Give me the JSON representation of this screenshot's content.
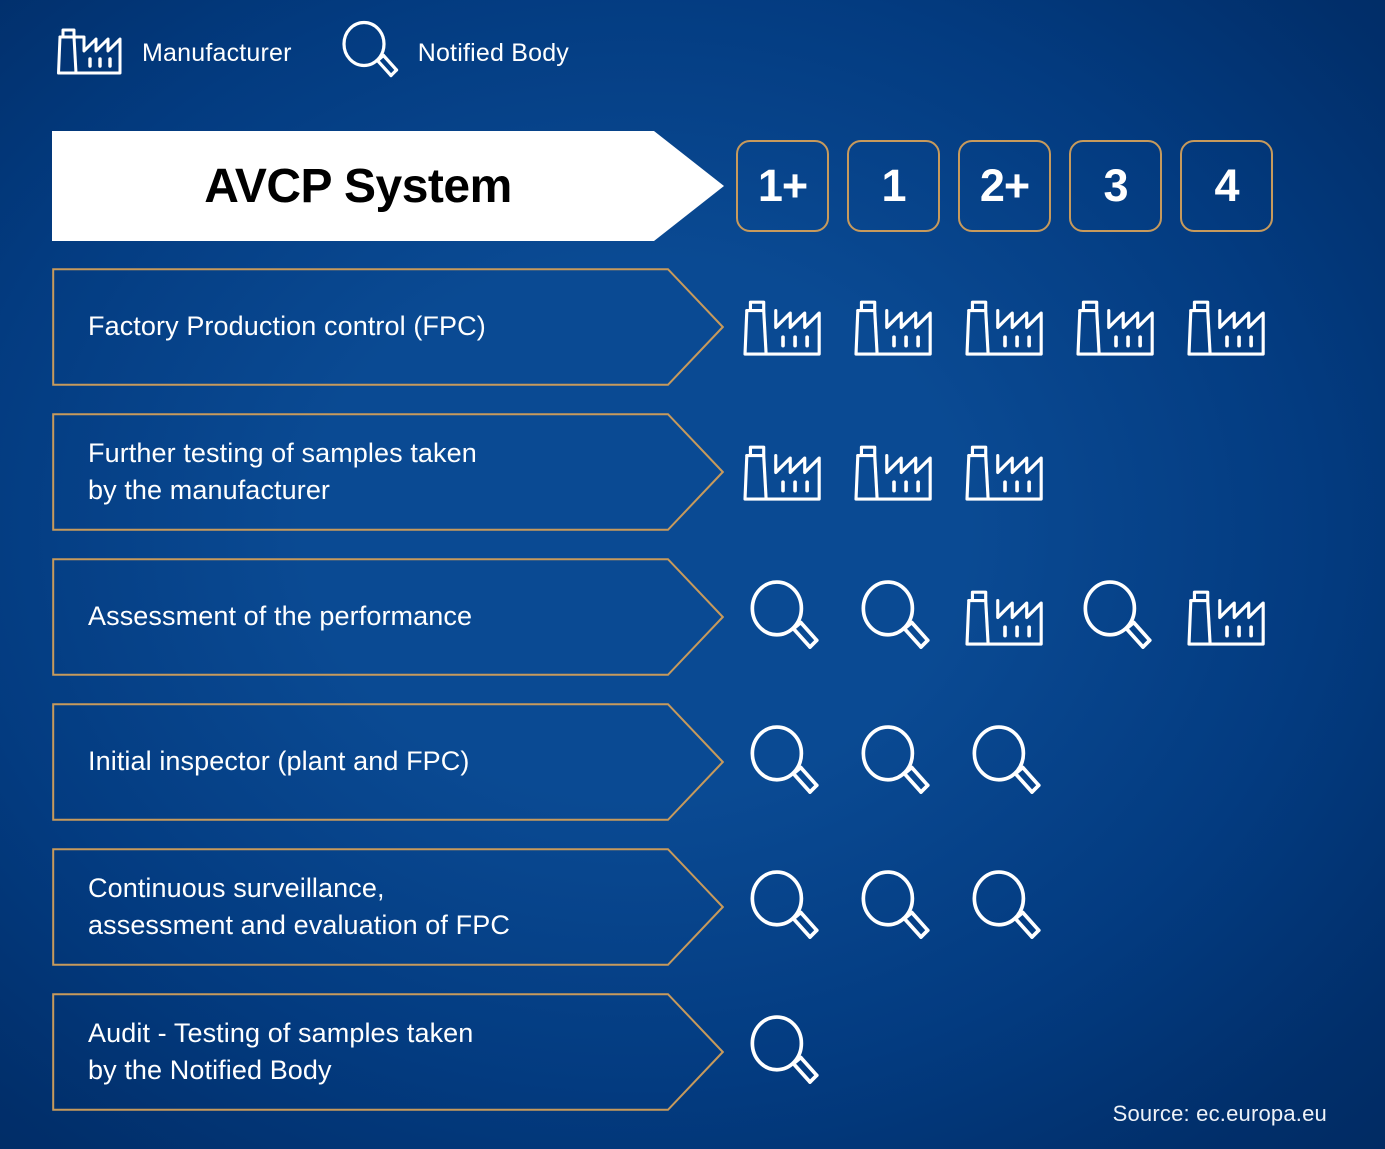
{
  "theme": {
    "background_dark": "#012a61",
    "background_light": "#0a4a93",
    "accent_border": "#c79a5c",
    "text_on_blue": "#ffffff",
    "banner_background": "#ffffff",
    "banner_text": "#000000"
  },
  "legend": {
    "items": [
      {
        "icon": "factory-icon",
        "label": "Manufacturer"
      },
      {
        "icon": "magnifier-icon",
        "label": "Notified Body"
      }
    ]
  },
  "header": {
    "banner_title": "AVCP System",
    "systems": [
      {
        "label": "1+"
      },
      {
        "label": "1"
      },
      {
        "label": "2+"
      },
      {
        "label": "3"
      },
      {
        "label": "4"
      }
    ]
  },
  "rows": [
    {
      "label_line1": "Factory Production control (FPC)",
      "label_line2": "",
      "cells": [
        "factory-icon",
        "factory-icon",
        "factory-icon",
        "factory-icon",
        "factory-icon"
      ]
    },
    {
      "label_line1": "Further testing of samples taken",
      "label_line2": "by the manufacturer",
      "cells": [
        "factory-icon",
        "factory-icon",
        "factory-icon",
        "",
        ""
      ]
    },
    {
      "label_line1": "Assessment of the performance",
      "label_line2": "",
      "cells": [
        "magnifier-icon",
        "magnifier-icon",
        "factory-icon",
        "magnifier-icon",
        "factory-icon"
      ]
    },
    {
      "label_line1": "Initial inspector  (plant and FPC)",
      "label_line2": "",
      "cells": [
        "magnifier-icon",
        "magnifier-icon",
        "magnifier-icon",
        "",
        ""
      ]
    },
    {
      "label_line1": "Continuous surveillance,",
      "label_line2": "assessment and evaluation of FPC",
      "cells": [
        "magnifier-icon",
        "magnifier-icon",
        "magnifier-icon",
        "",
        ""
      ]
    },
    {
      "label_line1": "Audit - Testing of samples taken",
      "label_line2": "by the Notified Body",
      "cells": [
        "magnifier-icon",
        "",
        "",
        "",
        ""
      ]
    }
  ],
  "footer": {
    "source": "Source: ec.europa.eu"
  }
}
